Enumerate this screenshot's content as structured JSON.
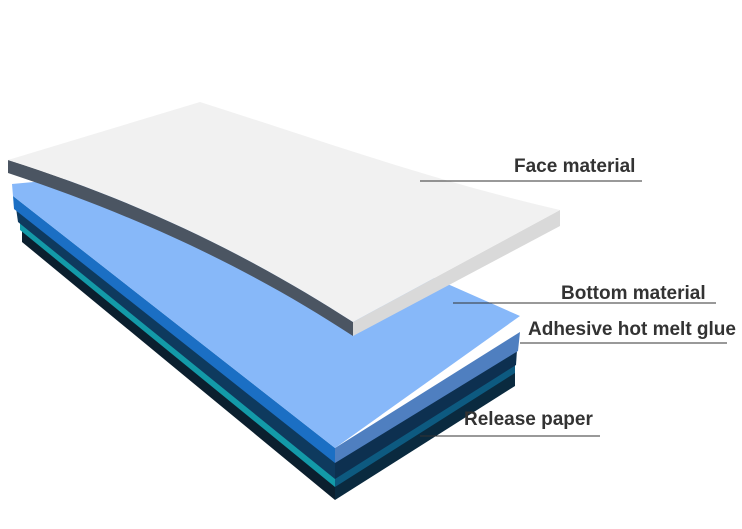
{
  "diagram": {
    "labels": {
      "face_material": "Face material",
      "bottom_material": "Bottom material",
      "adhesive_hot_melt_glue": "Adhesive hot melt glue",
      "release_paper": "Release paper"
    },
    "colors": {
      "face_top": "#f1f1f1",
      "face_side_front": "#4b5562",
      "face_side_right": "#d9d9d9",
      "bottom_top": "#87b8f9",
      "bottom_side_front": "#1b6fc4",
      "bottom_side_right": "#4f7fc0",
      "adhesive_side": "#0e3a5e",
      "release_side_front": "#139aa8",
      "release_side_right": "#0d5a80",
      "release_base": "#0b1f2e",
      "leader_line": "#333333",
      "label_text": "#333333"
    }
  }
}
